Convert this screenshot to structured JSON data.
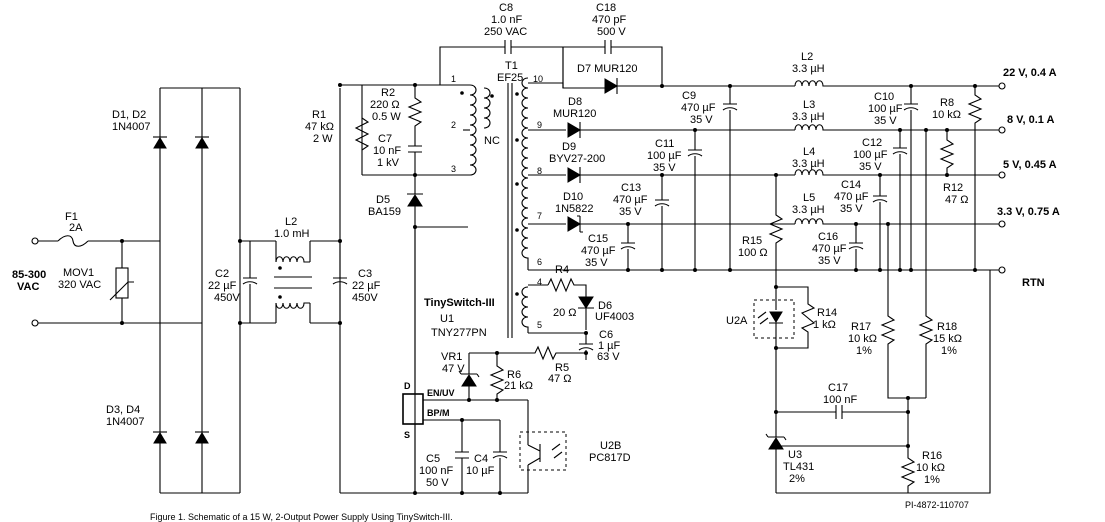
{
  "input": {
    "voltage": "85-300",
    "unit": "VAC"
  },
  "components": {
    "F1": {
      "ref": "F1",
      "value": "2A"
    },
    "MOV1": {
      "ref": "MOV1",
      "value": "320 VAC"
    },
    "D1D2": {
      "ref": "D1, D2",
      "value": "1N4007"
    },
    "D3D4": {
      "ref": "D3, D4",
      "value": "1N4007"
    },
    "C2": {
      "ref": "C2",
      "v1": "22 µF",
      "v2": "450V"
    },
    "L2in": {
      "ref": "L2",
      "value": "1.0 mH"
    },
    "C3": {
      "ref": "C3",
      "v1": "22 µF",
      "v2": "450V"
    },
    "R1": {
      "ref": "R1",
      "v1": "47 kΩ",
      "v2": "2 W"
    },
    "R2": {
      "ref": "R2",
      "v1": "220 Ω",
      "v2": "0.5 W"
    },
    "C7": {
      "ref": "C7",
      "v1": "10 nF",
      "v2": "1 kV"
    },
    "D5": {
      "ref": "D5",
      "value": "BA159"
    },
    "C8": {
      "ref": "C8",
      "v1": "1.0 nF",
      "v2": "250 VAC"
    },
    "T1": {
      "ref": "T1",
      "value": "EF25",
      "nc": "NC",
      "pins": [
        "1",
        "2",
        "3",
        "10",
        "9",
        "8",
        "7",
        "6",
        "4",
        "5"
      ]
    },
    "C18": {
      "ref": "C18",
      "v1": "470 pF",
      "v2": "500 V"
    },
    "D7": {
      "ref": "D7 MUR120"
    },
    "D8": {
      "ref": "D8",
      "value": "MUR120"
    },
    "D9": {
      "ref": "D9",
      "value": "BYV27-200"
    },
    "D10": {
      "ref": "D10",
      "value": "1N5822"
    },
    "C9": {
      "ref": "C9",
      "v1": "470 µF",
      "v2": "35 V"
    },
    "C11": {
      "ref": "C11",
      "v1": "100 µF",
      "v2": "35 V"
    },
    "C13": {
      "ref": "C13",
      "v1": "470 µF",
      "v2": "35 V"
    },
    "C15": {
      "ref": "C15",
      "v1": "470 µF",
      "v2": "35 V"
    },
    "L2o": {
      "ref": "L2",
      "value": "3.3 µH"
    },
    "L3": {
      "ref": "L3",
      "value": "3.3 µH"
    },
    "L4": {
      "ref": "L4",
      "value": "3.3 µH"
    },
    "L5": {
      "ref": "L5",
      "value": "3.3 µH"
    },
    "C10": {
      "ref": "C10",
      "v1": "100 µF",
      "v2": "35 V"
    },
    "C12": {
      "ref": "C12",
      "v1": "100 µF",
      "v2": "35 V"
    },
    "C14": {
      "ref": "C14",
      "v1": "470 µF",
      "v2": "35 V"
    },
    "C16": {
      "ref": "C16",
      "v1": "470 µF",
      "v2": "35 V"
    },
    "R8": {
      "ref": "R8",
      "value": "10 kΩ"
    },
    "R12": {
      "ref": "R12",
      "value": "47 Ω"
    },
    "R15": {
      "ref": "R15",
      "value": "100 Ω"
    },
    "R4": {
      "ref": "R4",
      "value": "20 Ω"
    },
    "D6": {
      "ref": "D6",
      "value": "UF4003"
    },
    "C6": {
      "ref": "C6",
      "v1": "1 µF",
      "v2": "63 V"
    },
    "U1": {
      "family": "TinySwitch-III",
      "ref": "U1",
      "value": "TNY277PN",
      "pinD": "D",
      "pinEN": "EN/UV",
      "pinBP": "BP/M",
      "pinS": "S"
    },
    "VR1": {
      "ref": "VR1",
      "value": "47 V"
    },
    "R6": {
      "ref": "R6",
      "value": "21 kΩ"
    },
    "R5": {
      "ref": "R5",
      "value": "47 Ω"
    },
    "C5": {
      "ref": "C5",
      "v1": "100 nF",
      "v2": "50 V"
    },
    "C4": {
      "ref": "C4",
      "value": "10 µF"
    },
    "U2B": {
      "ref": "U2B",
      "value": "PC817D"
    },
    "U2A": {
      "ref": "U2A"
    },
    "R14": {
      "ref": "R14",
      "value": "1 kΩ"
    },
    "R17": {
      "ref": "R17",
      "v1": "10 kΩ",
      "v2": "1%"
    },
    "R18": {
      "ref": "R18",
      "v1": "15 kΩ",
      "v2": "1%"
    },
    "C17": {
      "ref": "C17",
      "value": "100 nF"
    },
    "U3": {
      "ref": "U3",
      "v1": "TL431",
      "v2": "2%"
    },
    "R16": {
      "ref": "R16",
      "v1": "10 kΩ",
      "v2": "1%"
    }
  },
  "outputs": [
    {
      "label": "22 V, 0.4 A"
    },
    {
      "label": "8 V, 0.1 A"
    },
    {
      "label": "5 V, 0.45 A"
    },
    {
      "label": "3.3 V, 0.75 A"
    },
    {
      "label": "RTN"
    }
  ],
  "footer": {
    "part_number": "PI-4872-110707",
    "caption": "Figure 1. Schematic of a 15 W, 2-Output Power Supply Using TinySwitch-III."
  }
}
